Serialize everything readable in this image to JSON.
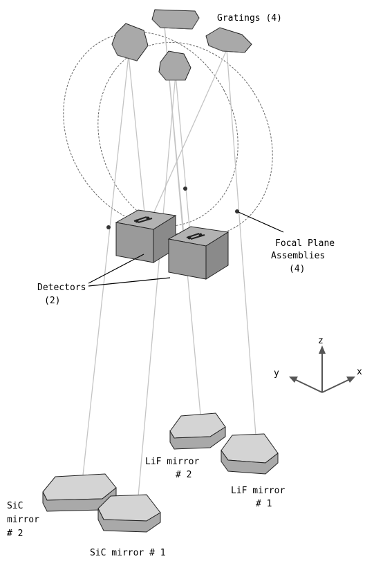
{
  "labels": {
    "gratings": "Gratings (4)",
    "fpa_line1": "Focal Plane",
    "fpa_line2": "Assemblies",
    "fpa_line3": "(4)",
    "detectors_line1": "Detectors",
    "detectors_line2": "(2)",
    "lif2_line1": "LiF mirror",
    "lif2_line2": "# 2",
    "lif1_line1": "LiF mirror",
    "lif1_line2": "# 1",
    "sic2_line1": "SiC",
    "sic2_line2": "mirror",
    "sic2_line3": "# 2",
    "sic1": "SiC mirror # 1"
  },
  "axes": {
    "z": "z",
    "y": "y",
    "x": "x"
  },
  "colors": {
    "ray": "#c4c4c4",
    "grating_fill": "#a9a9a9",
    "mirror_top": "#d4d4d4",
    "mirror_side": "#a9a9a9",
    "detector_top": "#b2b2b2",
    "detector_side": "#8a8a8a",
    "detector_front": "#9a9a9a",
    "outline": "#222222"
  }
}
